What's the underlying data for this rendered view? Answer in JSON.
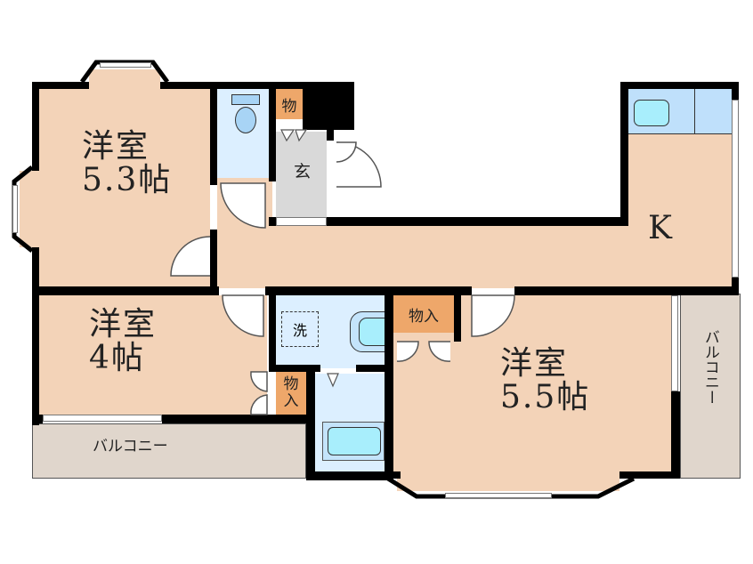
{
  "floorplan": {
    "rooms": [
      {
        "id": "western-room-1",
        "name": "洋室",
        "size": "5.3帖"
      },
      {
        "id": "western-room-2",
        "name": "洋室",
        "size": "4帖"
      },
      {
        "id": "western-room-3",
        "name": "洋室",
        "size": "5.5帖"
      },
      {
        "id": "kitchen",
        "name": "K"
      }
    ],
    "labels": {
      "entrance": "玄",
      "storage_small": "物",
      "storage_center": "物入",
      "storage_vertical_top": "物",
      "storage_vertical_bottom": "入",
      "washer": "洗",
      "balcony_bottom": "バルコニー",
      "balcony_right": "バルコニー"
    },
    "colors": {
      "room": "#f3d3b8",
      "wet_area": "#dcefff",
      "fixture": "#a8e6f8",
      "storage": "#eea76a",
      "entrance": "#d9d9d9",
      "balcony": "#e0d6cc",
      "wall": "#000000"
    }
  }
}
